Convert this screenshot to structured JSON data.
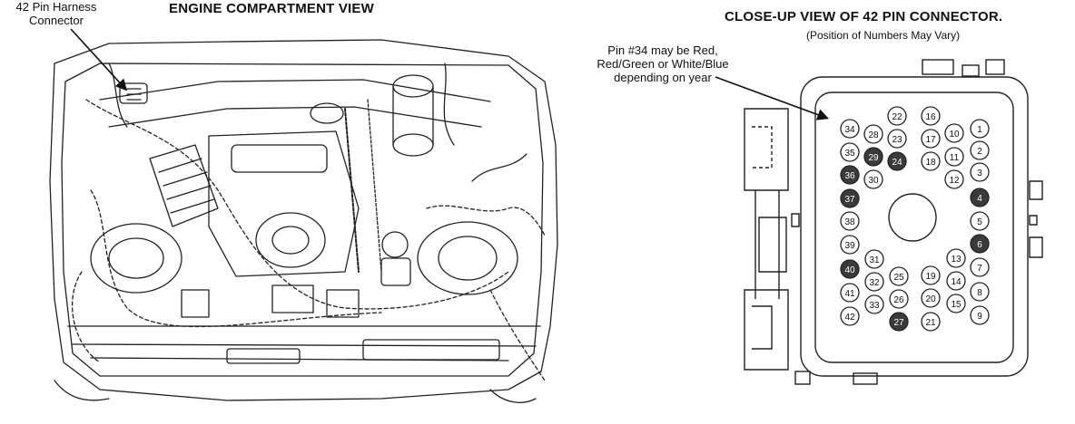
{
  "left": {
    "title": "ENGINE COMPARTMENT VIEW",
    "harness_label_line1": "42 Pin Harness",
    "harness_label_line2": "Connector"
  },
  "right": {
    "title": "CLOSE-UP VIEW OF 42 PIN CONNECTOR.",
    "subtitle": "(Position of Numbers May Vary)",
    "note_line1": "Pin #34 may be Red,",
    "note_line2": "Red/Green or White/Blue",
    "note_line3": "depending on year"
  },
  "connector": {
    "filled_color": "#3a3a3a",
    "pins": [
      {
        "n": "1",
        "filled": false
      },
      {
        "n": "2",
        "filled": false
      },
      {
        "n": "3",
        "filled": false
      },
      {
        "n": "4",
        "filled": true
      },
      {
        "n": "5",
        "filled": false
      },
      {
        "n": "6",
        "filled": true
      },
      {
        "n": "7",
        "filled": false
      },
      {
        "n": "8",
        "filled": false
      },
      {
        "n": "9",
        "filled": false
      },
      {
        "n": "10",
        "filled": false
      },
      {
        "n": "11",
        "filled": false
      },
      {
        "n": "12",
        "filled": false
      },
      {
        "n": "13",
        "filled": false
      },
      {
        "n": "14",
        "filled": false
      },
      {
        "n": "15",
        "filled": false
      },
      {
        "n": "16",
        "filled": false
      },
      {
        "n": "17",
        "filled": false
      },
      {
        "n": "18",
        "filled": false
      },
      {
        "n": "19",
        "filled": false
      },
      {
        "n": "20",
        "filled": false
      },
      {
        "n": "21",
        "filled": false
      },
      {
        "n": "22",
        "filled": false
      },
      {
        "n": "23",
        "filled": false
      },
      {
        "n": "24",
        "filled": true
      },
      {
        "n": "25",
        "filled": false
      },
      {
        "n": "26",
        "filled": false
      },
      {
        "n": "27",
        "filled": true
      },
      {
        "n": "28",
        "filled": false
      },
      {
        "n": "29",
        "filled": true
      },
      {
        "n": "30",
        "filled": false
      },
      {
        "n": "31",
        "filled": false
      },
      {
        "n": "32",
        "filled": false
      },
      {
        "n": "33",
        "filled": false
      },
      {
        "n": "34",
        "filled": false
      },
      {
        "n": "35",
        "filled": false
      },
      {
        "n": "36",
        "filled": true
      },
      {
        "n": "37",
        "filled": true
      },
      {
        "n": "38",
        "filled": false
      },
      {
        "n": "39",
        "filled": false
      },
      {
        "n": "40",
        "filled": true
      },
      {
        "n": "41",
        "filled": false
      },
      {
        "n": "42",
        "filled": false
      }
    ]
  }
}
